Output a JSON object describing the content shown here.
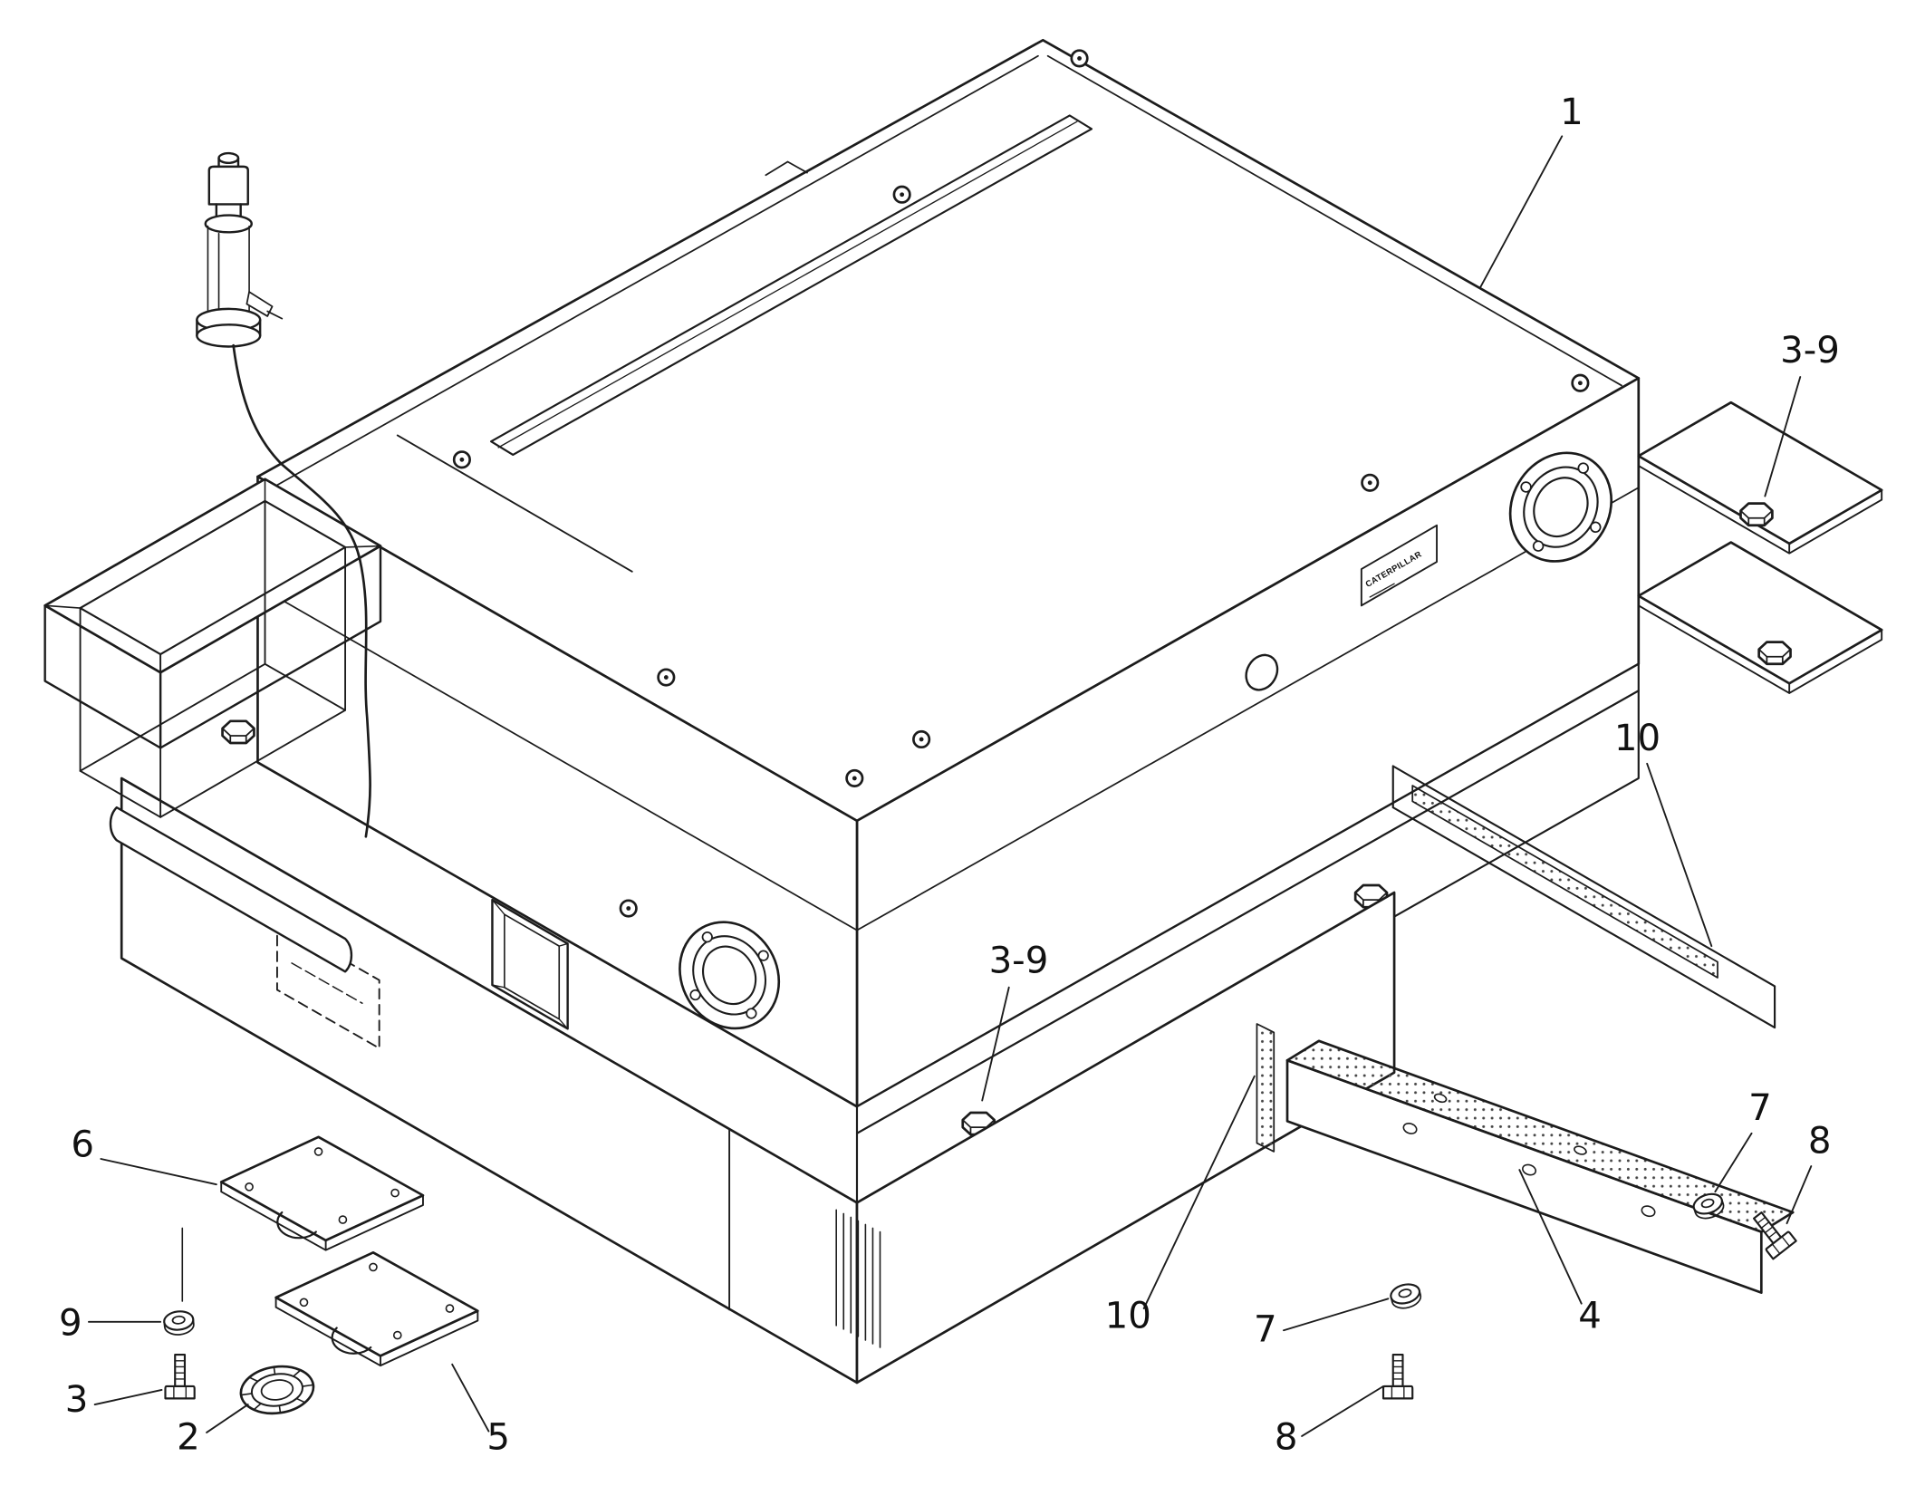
{
  "document": {
    "type": "exploded-parts-diagram",
    "background": "#ffffff",
    "line_color": "#1c1c1c"
  },
  "nameplate": {
    "brand": "CATERPILLAR"
  },
  "callouts": {
    "main_assembly": "1",
    "bolt_washer_top_right": "3-9",
    "bolt_washer_front": "3-9",
    "gasket_upper": "10",
    "gasket_lower": "10",
    "washer_right": "7",
    "washer_bottom": "7",
    "bolt_right": "8",
    "bolt_bottom": "8",
    "bracket": "4",
    "plate_upper": "6",
    "washer_left": "9",
    "bolt_left": "3",
    "ring": "2",
    "plate_lower": "5"
  }
}
